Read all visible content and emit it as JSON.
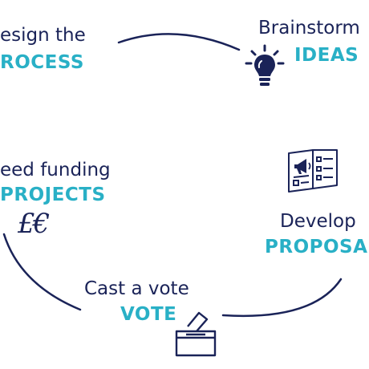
{
  "stages": [
    {
      "id": "design",
      "line": "esign the",
      "keyword": "ROCESS"
    },
    {
      "id": "brainstorm",
      "line": "Brainstorm",
      "keyword": "IDEAS"
    },
    {
      "id": "develop",
      "line": "Develop",
      "keyword": "PROPOSA"
    },
    {
      "id": "vote",
      "line": "Cast a vote",
      "keyword": "VOTE"
    },
    {
      "id": "fund",
      "line": "eed funding",
      "keyword": "PROJECTS"
    }
  ],
  "currency_symbols": "£€",
  "icons": {
    "brainstorm": "lightbulb-icon",
    "develop": "leaflet-megaphone-icon",
    "vote": "ballot-box-icon",
    "fund": "currency-icon"
  },
  "colors": {
    "text": "#1a2358",
    "keyword": "#29b0c6",
    "arc": "#1a2358"
  }
}
